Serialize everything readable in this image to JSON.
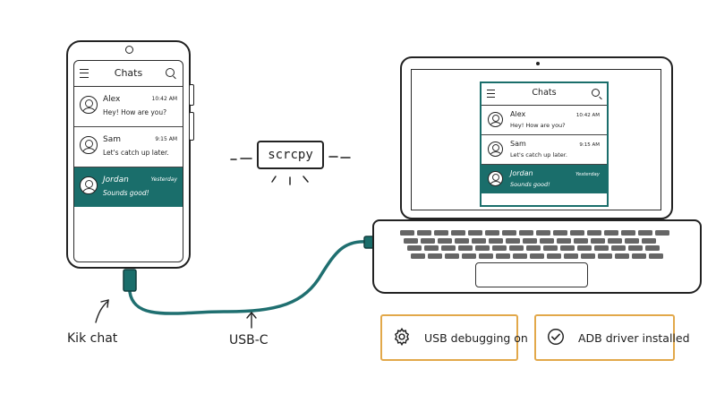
{
  "chat_app": {
    "title": "Chats",
    "conversations": [
      {
        "name": "Alex",
        "time": "10:42 AM",
        "message": "Hey! How are you?"
      },
      {
        "name": "Sam",
        "time": "9:15 AM",
        "message": "Let's catch up later."
      },
      {
        "name": "Jordan",
        "time": "Yesterday",
        "message": "Sounds good!"
      }
    ],
    "selected_index": 2
  },
  "labels": {
    "tool": "scrcpy",
    "phone_caption": "Kik chat",
    "cable_caption": "USB-C"
  },
  "status_chips": [
    {
      "text": "USB debugging on",
      "icon": "gear-icon"
    },
    {
      "text": "ADB driver installed",
      "icon": "check-circle-icon"
    }
  ],
  "colors": {
    "accent_teal": "#1a6e6b",
    "cable": "#1f6f70",
    "chip_border": "#e2a84a"
  }
}
